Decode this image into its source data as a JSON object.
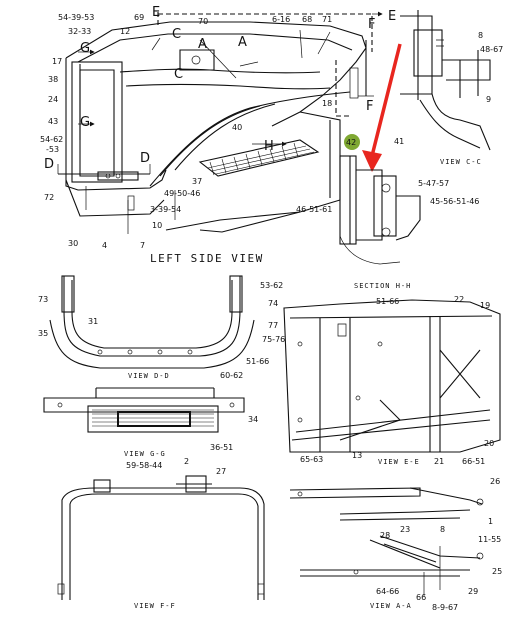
{
  "titles": {
    "left_side_view": "LEFT SIDE VIEW",
    "view_c_c": "VIEW C-C",
    "section_h_h": "SECTION H-H",
    "view_d_d": "VIEW D-D",
    "view_g_g": "VIEW G-G",
    "view_e_e": "VIEW E-E",
    "view_f_f": "VIEW F-F",
    "view_a_a": "VIEW A-A"
  },
  "section_letters": {
    "e_top": "E",
    "f_top": "F",
    "e_right": "E",
    "f_right": "F",
    "c_upper": "C",
    "a_upper": "A",
    "a_mid": "A",
    "c_lower": "C",
    "g_upper": "G",
    "g_lower": "G",
    "d_left": "D",
    "d_right": "D",
    "h": "H"
  },
  "callouts": {
    "c_54_39_53": "54-39-53",
    "c_69": "69",
    "c_70": "70",
    "c_6_16": "6-16",
    "c_68": "68",
    "c_71": "71",
    "c_32_33": "32-33",
    "c_12": "12",
    "c_17": "17",
    "c_38": "38",
    "c_24": "24",
    "c_43": "43",
    "c_18": "18",
    "c_40": "40",
    "c_54_62": "54-62",
    "c_53": "-53",
    "c_37": "37",
    "c_49_50_46": "49-50-46",
    "c_72": "72",
    "c_8": "8",
    "c_48_67": "48-67",
    "c_9": "9",
    "c_41": "41",
    "c_5_47_57": "5-47-57",
    "c_45_56_51_46": "45-56-51-46",
    "c_46_51_61": "46-51-61",
    "c_3_39_54": "3-39-54",
    "c_10": "10",
    "c_30": "30",
    "c_4": "4",
    "c_7": "7",
    "c_53_62": "53-62",
    "c_73": "73",
    "c_74": "74",
    "c_31": "31",
    "c_77": "77",
    "c_35": "35",
    "c_75_76": "75-76",
    "c_51_66_a": "51-66",
    "c_22": "22",
    "c_19": "19",
    "c_51_66_b": "51-66",
    "c_60_62": "60-62",
    "c_34": "34",
    "c_36_51": "36-51",
    "c_20": "20",
    "c_13": "13",
    "c_21": "21",
    "c_66_51": "66-51",
    "c_59_58_44": "59-58-44",
    "c_2": "2",
    "c_27": "27",
    "c_65_63": "65-63",
    "c_26": "26",
    "c_1": "1",
    "c_23": "23",
    "c_28": "28",
    "c_8b": "8",
    "c_11_55": "11-55",
    "c_25": "25",
    "c_64_66": "64-66",
    "c_66": "66",
    "c_29": "29",
    "c_8_9_67": "8-9-67"
  },
  "highlight": {
    "label": "42",
    "color": "#7fa832"
  },
  "colors": {
    "arrow": "#e8261f",
    "line": "#111111"
  }
}
